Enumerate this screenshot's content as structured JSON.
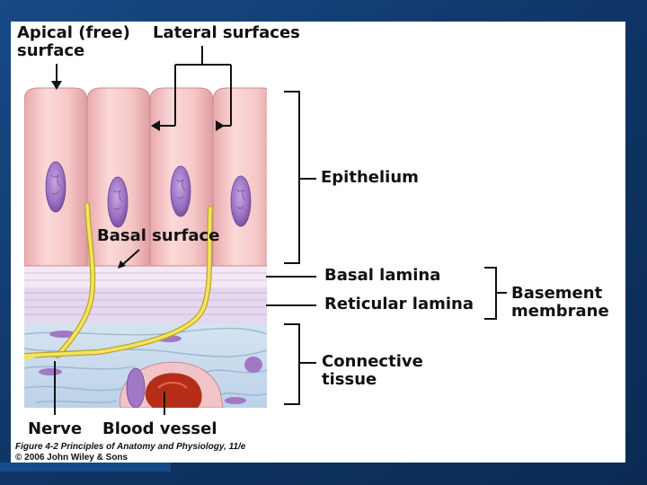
{
  "labels": {
    "apical_line1": "Apical (free)",
    "apical_line2": "surface",
    "lateral": "Lateral surfaces",
    "epithelium": "Epithelium",
    "basal_surface": "Basal surface",
    "basal_lamina": "Basal lamina",
    "reticular_lamina": "Reticular lamina",
    "basement_line1": "Basement",
    "basement_line2": "membrane",
    "connective_line1": "Connective",
    "connective_line2": "tissue",
    "nerve": "Nerve",
    "blood_vessel": "Blood vessel"
  },
  "caption": {
    "line1": "Figure 4-2 Principles of Anatomy and Physiology, 11/e",
    "line2": "© 2006 John Wiley & Sons"
  },
  "colors": {
    "slide_background": "#0f3566",
    "cell": "#f6c9c9",
    "nucleus": "#9f74c4",
    "lamina": "#e3d6ec",
    "connective": "#c9dced",
    "nerve": "#f2e05a",
    "vessel": "#c23a22"
  }
}
